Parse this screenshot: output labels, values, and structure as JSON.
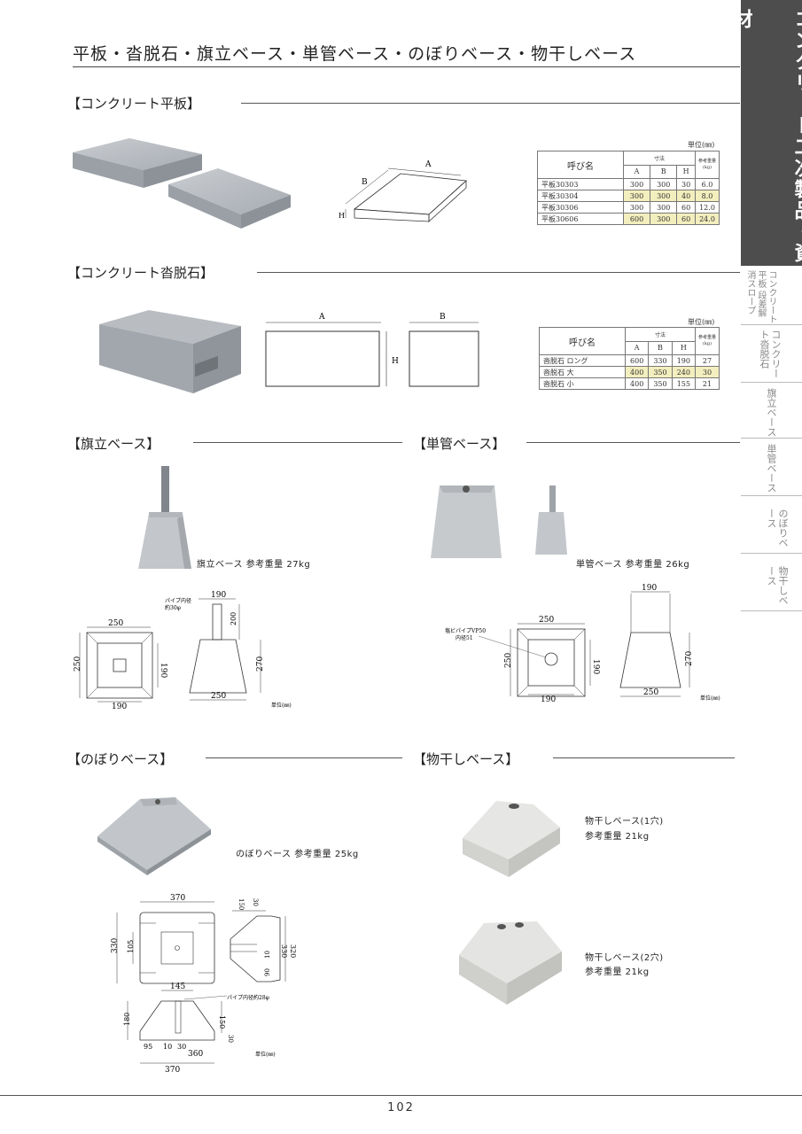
{
  "header": {
    "title": "平板・沓脱石・旗立ベース・単管ベース・のぼりベース・物干しベース"
  },
  "side_tab": {
    "main_label": "コンクリート二次製品・資材",
    "items": [
      "コンクリート平板 段差解消スロープ",
      "コンクリート沓脱石",
      "旗立ベース",
      "単管ベース",
      "のぼりベース",
      "物干しベース"
    ]
  },
  "sections": {
    "hiraita": {
      "title": "【コンクリート平板】",
      "unit": "単位(㎜)",
      "table": {
        "name_header": "呼び名",
        "dims_header": "寸法",
        "weight_header": "参考重量(kg)",
        "cols": [
          "A",
          "B",
          "H"
        ],
        "rows": [
          {
            "name": "平板30303",
            "a": "300",
            "b": "300",
            "h": "30",
            "w": "6.0"
          },
          {
            "name": "平板30304",
            "a": "300",
            "b": "300",
            "h": "40",
            "w": "8.0"
          },
          {
            "name": "平板30306",
            "a": "300",
            "b": "300",
            "h": "60",
            "w": "12.0"
          },
          {
            "name": "平板30606",
            "a": "600",
            "b": "300",
            "h": "60",
            "w": "24.0"
          }
        ]
      },
      "diagram": {
        "a": "A",
        "b": "B",
        "h": "H"
      }
    },
    "kutsunugi": {
      "title": "【コンクリート沓脱石】",
      "unit": "単位(㎜)",
      "table": {
        "name_header": "呼び名",
        "dims_header": "寸法",
        "weight_header": "参考重量(kg)",
        "cols": [
          "A",
          "B",
          "H"
        ],
        "rows": [
          {
            "name": "沓脱石 ロング",
            "a": "600",
            "b": "330",
            "h": "190",
            "w": "27"
          },
          {
            "name": "沓脱石 大",
            "a": "400",
            "b": "350",
            "h": "240",
            "w": "30"
          },
          {
            "name": "沓脱石 小",
            "a": "400",
            "b": "350",
            "h": "155",
            "w": "21"
          }
        ]
      },
      "diagram": {
        "a": "A",
        "b": "B",
        "h": "H"
      }
    },
    "hatatate": {
      "title": "【旗立ベース】",
      "caption": "旗立ベース 参考重量 27kg",
      "pipe_note_1": "パイプ内径",
      "pipe_note_2": "約30φ",
      "dims": {
        "top": "250",
        "left": "250",
        "side": "190",
        "bottom": "190",
        "pipe_w": "190",
        "pipe_h": "200",
        "height": "270",
        "base": "250"
      },
      "unit": "単位(㎜)"
    },
    "tankan": {
      "title": "【単管ベース】",
      "caption": "単管ベース 参考重量 26kg",
      "pipe_note_1": "塩ビパイプVP50",
      "pipe_note_2": "内径51",
      "dims": {
        "top": "250",
        "left": "250",
        "side": "190",
        "bottom": "190",
        "top_w": "190",
        "height": "270",
        "base": "250"
      },
      "unit": "単位(㎜)"
    },
    "nobori": {
      "title": "【のぼりベース】",
      "caption": "のぼりベース 参考重量 25kg",
      "pipe_note": "パイプ内径約28φ",
      "dims": {
        "top": "370",
        "left": "330",
        "inner": "105",
        "s1": "30",
        "s2": "150",
        "s3": "10",
        "s4": "90",
        "side_h1": "330",
        "side_h2": "320",
        "w145": "145",
        "h180": "180",
        "h150": "150",
        "h30": "30",
        "b95": "95",
        "b10": "10",
        "b30": "30",
        "b360": "360",
        "b370": "370"
      },
      "unit": "単位(㎜)"
    },
    "monohoshi": {
      "title": "【物干しベース】",
      "item1_name": "物干しベース(1穴)",
      "item1_weight": "参考重量 21kg",
      "item2_name": "物干しベース(2穴)",
      "item2_weight": "参考重量 21kg"
    }
  },
  "footer": {
    "page": "102"
  }
}
